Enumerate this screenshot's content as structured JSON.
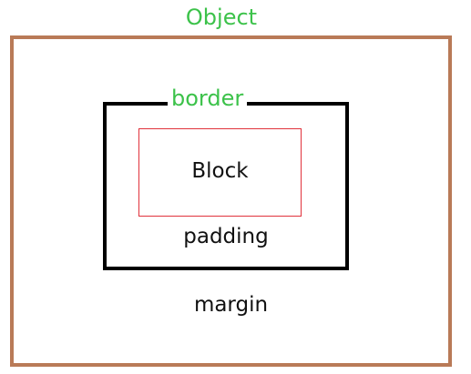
{
  "diagram": {
    "object_label": "Object",
    "border_label": "border",
    "block_label": "Block",
    "padding_label": "padding",
    "margin_label": "margin"
  },
  "colors": {
    "label_green": "#3cc24a",
    "object_outline": "#b97a57",
    "border_outline": "#000000",
    "block_outline": "#e0323c",
    "text_dark": "#111111"
  }
}
